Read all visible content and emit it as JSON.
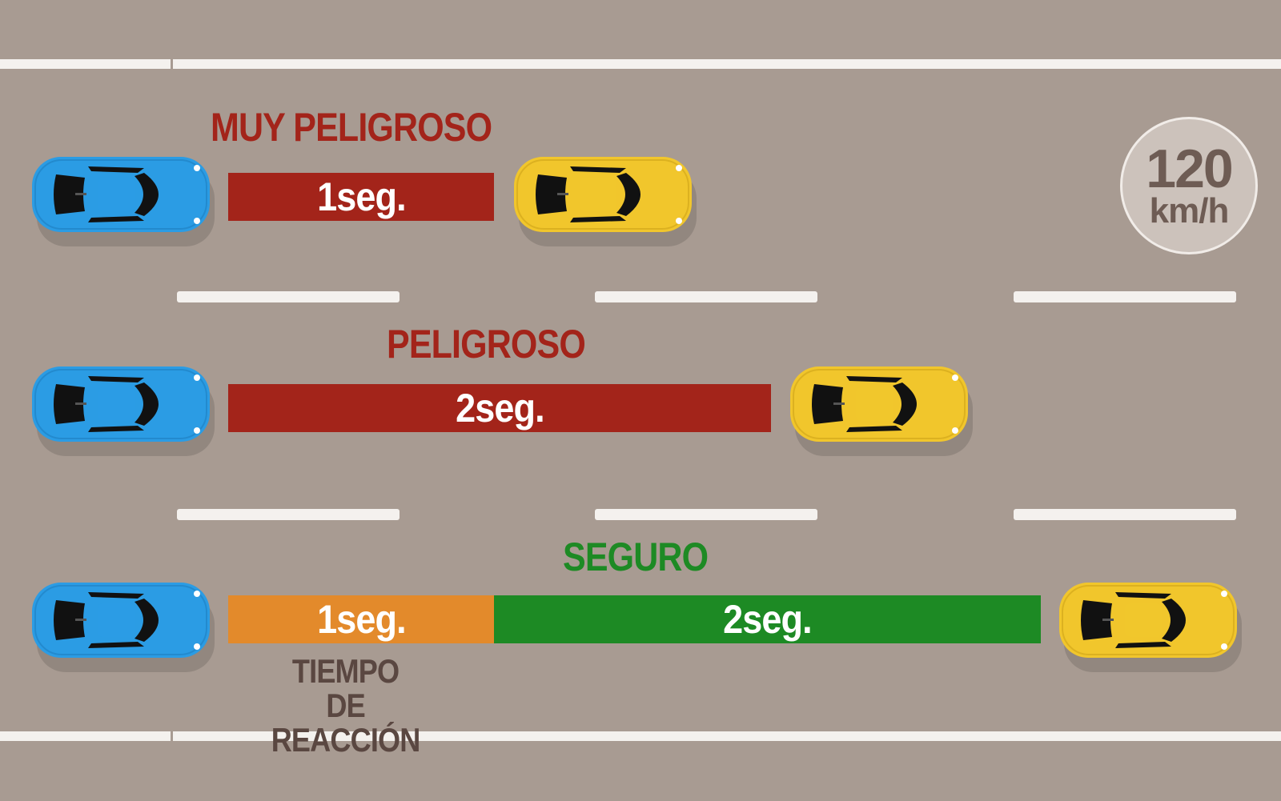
{
  "speed_badge": {
    "value": "120",
    "unit": "km/h"
  },
  "colors": {
    "road": "#a89b92",
    "lane_marking": "#f4f1ee",
    "danger": "#a3241a",
    "reaction": "#e38a2b",
    "safe": "#1d8a24",
    "caption": "#5a4741",
    "blue_car": "#2b9ce4",
    "yellow_car": "#f1c62c"
  },
  "rows": [
    {
      "heading": "MUY PELIGROSO",
      "heading_color": "#a3241a",
      "segments": [
        {
          "label": "1seg.",
          "seconds": 1,
          "color": "#a3241a"
        }
      ]
    },
    {
      "heading": "PELIGROSO",
      "heading_color": "#a3241a",
      "segments": [
        {
          "label": "2seg.",
          "seconds": 2,
          "color": "#a3241a"
        }
      ]
    },
    {
      "heading": "SEGURO",
      "heading_color": "#1d8a24",
      "segments": [
        {
          "label": "1seg.",
          "seconds": 1,
          "color": "#e38a2b"
        },
        {
          "label": "2seg.",
          "seconds": 2,
          "color": "#1d8a24"
        }
      ],
      "caption_line1": "TIEMPO DE",
      "caption_line2": "REACCIÓN"
    }
  ],
  "icons": {
    "lead_car": "blue-car-icon",
    "followed_car": "yellow-car-icon"
  }
}
